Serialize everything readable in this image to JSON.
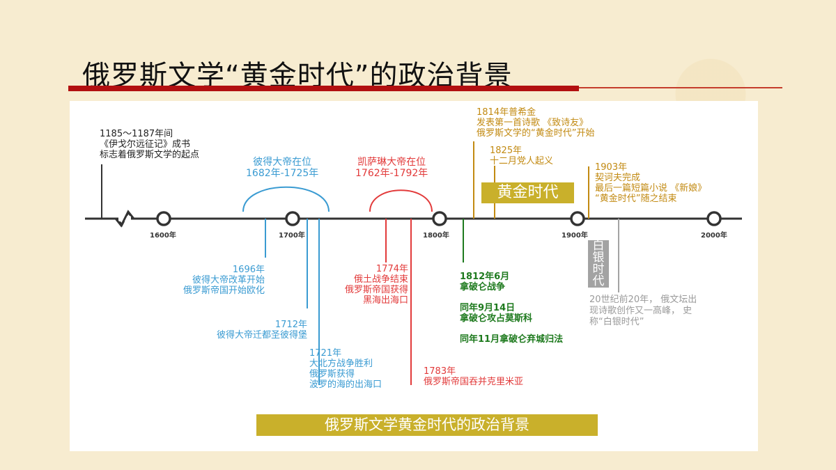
{
  "slide": {
    "title": "俄罗斯文学“黄金时代”的政治背景"
  },
  "timeline": {
    "ticks": [
      "1600年",
      "1700年",
      "1800年",
      "1900年",
      "2000年"
    ],
    "events": {
      "e1185": "1185～1187年间\n《伊戈尔远征记》成书\n标志着俄罗斯文学的起点",
      "peter_reign": "彼得大帝在位\n1682年-1725年",
      "catherine_reign": "凯萨琳大帝在位\n1762年-1792年",
      "e1814": "1814年普希金\n发表第一首诗歌 《致诗友》\n俄罗斯文学的“黄金时代”开始",
      "e1825": "1825年\n十二月党人起义",
      "e1903": "1903年\n契诃夫完成\n最后一篇短篇小说 《新娘》\n“黄金时代”随之结束",
      "e1696": "1696年\n彼得大帝改革开始\n俄罗斯帝国开始欧化",
      "e1712": "1712年\n彼得大帝迁都圣彼得堡",
      "e1721": "1721年\n大北方战争胜利\n俄罗斯获得\n波罗的海的出海口",
      "e1774": "1774年\n俄土战争结束\n俄罗斯帝国获得\n黑海出海口",
      "e1783": "1783年\n俄罗斯帝国吞并克里米亚",
      "e1812a": "1812年6月\n拿破仑战争",
      "e1812b": "同年9月14日\n拿破仑攻占莫斯科",
      "e1812c": "同年11月拿破仑弃城归法",
      "silver_desc": "20世纪前20年， 俄文坛出\n现诗歌创作又一高峰， 史\n称“白银时代”"
    },
    "golden_age_label": "黄金时代",
    "silver_age_label": "白银时代",
    "banner": "俄罗斯文学黄金时代的政治背景",
    "colors": {
      "blue": "#3a9bd2",
      "red": "#e23a3a",
      "green": "#1e7a1e",
      "gold": "#c28a12",
      "gray": "#9a9a9a",
      "golden_box": "#c9b02b",
      "title_rule": "#b21010"
    }
  }
}
